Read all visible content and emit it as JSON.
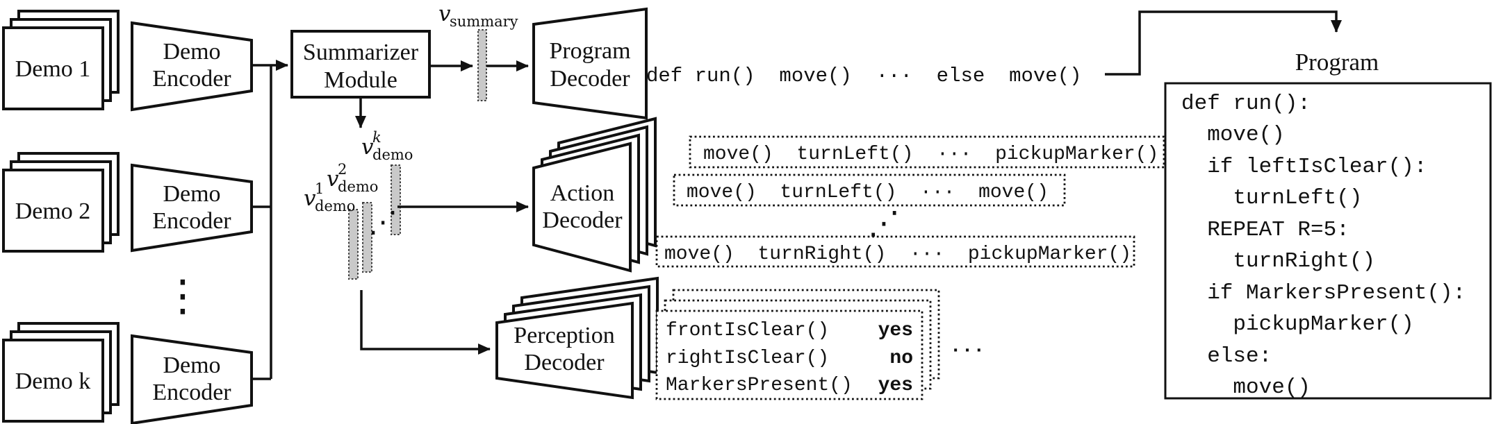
{
  "figure": {
    "colors": {
      "ink": "#111111",
      "vector_fill": "#c9c9c9",
      "background": "#ffffff"
    },
    "demos": {
      "items": [
        {
          "label": "Demo 1"
        },
        {
          "label": "Demo 2"
        },
        {
          "label": "Demo k"
        }
      ],
      "vdots": "⋮"
    },
    "encoders": {
      "line1": "Demo",
      "line2": "Encoder"
    },
    "summarizer": {
      "line1": "Summarizer",
      "line2": "Module"
    },
    "vectors": {
      "summary": {
        "base": "v",
        "sub": "summary"
      },
      "demo1": {
        "base": "v",
        "sup": "1",
        "sub": "demo"
      },
      "demo2": {
        "base": "v",
        "sup": "2",
        "sub": "demo"
      },
      "demok": {
        "base": "v",
        "sup": "k",
        "sub": "demo"
      },
      "diag_dots": "⋰"
    },
    "decoders": {
      "program": {
        "line1": "Program",
        "line2": "Decoder"
      },
      "action": {
        "line1": "Action",
        "line2": "Decoder"
      },
      "perception": {
        "line1": "Perception",
        "line2": "Decoder"
      }
    },
    "program": {
      "inline_tokens": "def run()  move()  ···  else  move()",
      "title": "Program",
      "code": [
        "def run():",
        "  move()",
        "  if leftIsClear():",
        "    turnLeft()",
        "  REPEAT R=5:",
        "    turnRight()",
        "  if MarkersPresent():",
        "    pickupMarker()",
        "  else:",
        "    move()"
      ]
    },
    "actions": {
      "rows": [
        "move()  turnLeft()  ···  pickupMarker()",
        "move()  turnLeft()  ···  move()",
        "move()  turnRight()  ···  pickupMarker()"
      ],
      "diag_dots": "⋰"
    },
    "perceptions": {
      "rows": [
        {
          "call": "frontIsClear()",
          "answer": "yes"
        },
        {
          "call": "rightIsClear()",
          "answer": "no"
        },
        {
          "call": "MarkersPresent()",
          "answer": "yes"
        }
      ],
      "hdots": "···"
    }
  }
}
